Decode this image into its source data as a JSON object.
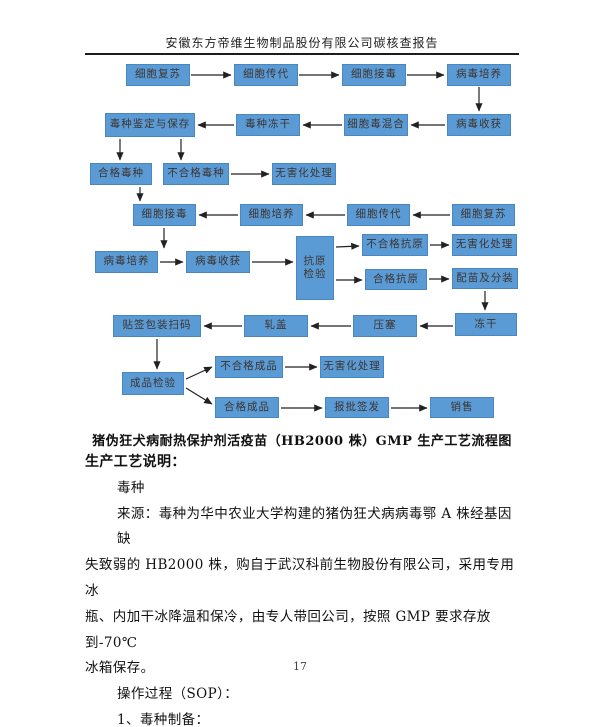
{
  "header": {
    "title": "安徽东方帝维生物制品股份有限公司碳核查报告"
  },
  "flowchart": {
    "boxes": [
      {
        "label": "细胞复苏"
      },
      {
        "label": "细胞传代"
      },
      {
        "label": "细胞接毒"
      },
      {
        "label": "病毒培养"
      },
      {
        "label": "毒种鉴定与保存"
      },
      {
        "label": "毒种冻干"
      },
      {
        "label": "细胞毒混合"
      },
      {
        "label": "病毒收获"
      },
      {
        "label": "合格毒种"
      },
      {
        "label": "不合格毒种"
      },
      {
        "label": "无害化处理"
      },
      {
        "label": "细胞接毒"
      },
      {
        "label": "细胞培养"
      },
      {
        "label": "细胞传代"
      },
      {
        "label": "细胞复苏"
      },
      {
        "label": "病毒培养"
      },
      {
        "label": "病毒收获"
      },
      {
        "label": "抗原检验"
      },
      {
        "label": "不合格抗原"
      },
      {
        "label": "无害化处理"
      },
      {
        "label": "合格抗原"
      },
      {
        "label": "配苗及分装"
      },
      {
        "label": "冻干"
      },
      {
        "label": "压塞"
      },
      {
        "label": "轧盖"
      },
      {
        "label": "贴签包装扫码"
      },
      {
        "label": "成品检验"
      },
      {
        "label": "不合格成品"
      },
      {
        "label": "无害化处理"
      },
      {
        "label": "合格成品"
      },
      {
        "label": "报批签发"
      },
      {
        "label": "销售"
      }
    ],
    "caption": "猪伪狂犬病耐热保护剂活疫苗（HB2000 株）GMP 生产工艺流程图",
    "colors": {
      "box_fill": "#5B9BD5",
      "box_border": "#4A86C0",
      "arrow": "#222222"
    }
  },
  "body": {
    "section_title": "生产工艺说明：",
    "lines": [
      {
        "text": "毒种"
      },
      {
        "text": "来源：毒种为华中农业大学构建的猪伪狂犬病病毒鄂 A 株经基因缺"
      },
      {
        "text": "失致弱的 HB2000 株，购自于武汉科前生物股份有限公司，采用专用冰"
      },
      {
        "text": "瓶、内加干冰降温和保冷，由专人带回公司，按照 GMP 要求存放到-70℃"
      },
      {
        "text": "冰箱保存。"
      },
      {
        "text": "操作过程（SOP）："
      },
      {
        "text": "1、毒种制备："
      }
    ]
  },
  "footer": {
    "page_number": "17"
  }
}
